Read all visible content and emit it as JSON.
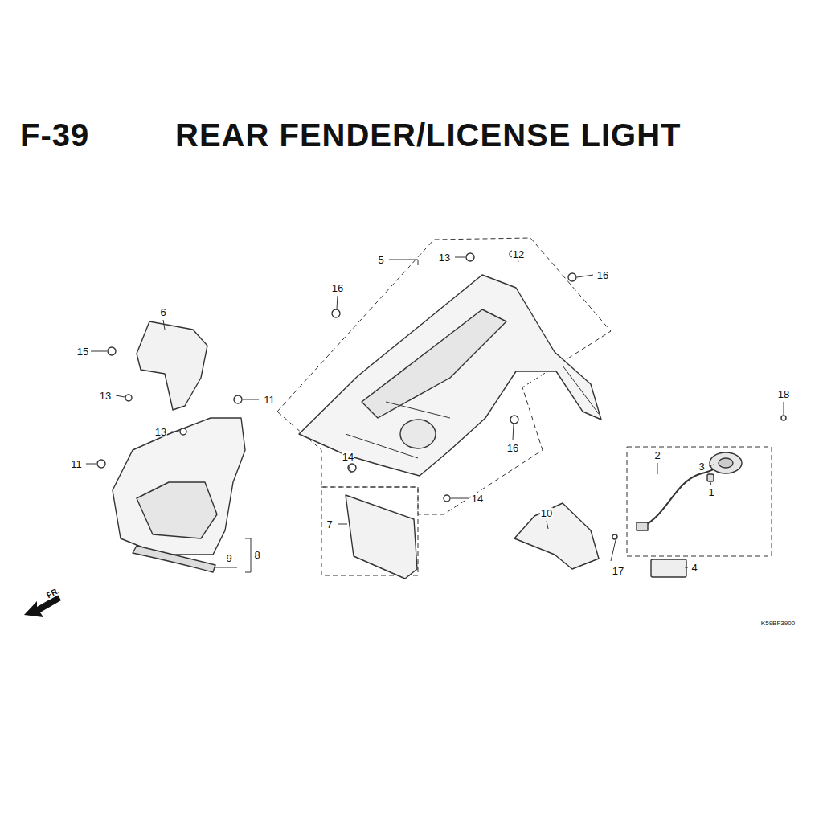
{
  "diagram": {
    "title": "REAR FENDER/LICENSE LIGHT",
    "labels": [
      "F-39",
      "5",
      "13",
      "12",
      "16",
      "16",
      "6",
      "15",
      "13",
      "11",
      "13",
      "16",
      "18",
      "2",
      "3",
      "1",
      "11",
      "14",
      "14",
      "10",
      "7",
      "8",
      "9",
      "17",
      "4",
      "FR.",
      "K59BF3900"
    ]
  }
}
